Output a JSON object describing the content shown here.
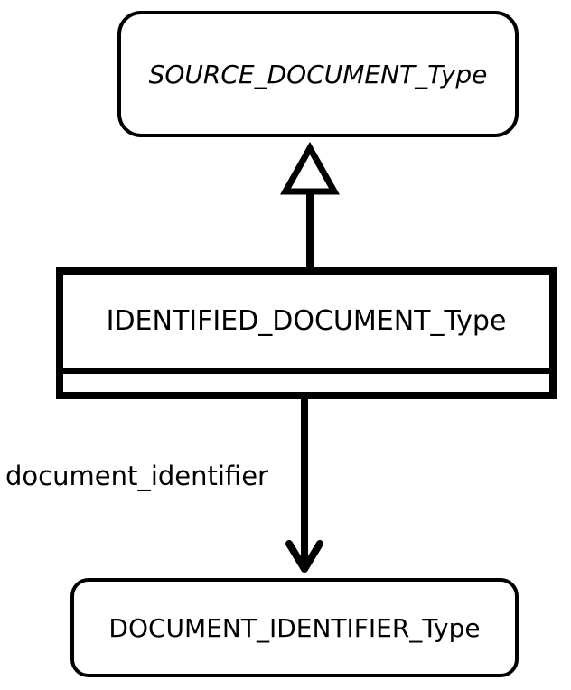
{
  "diagram": {
    "supertype": {
      "name": "SOURCE_DOCUMENT_Type"
    },
    "entity": {
      "name": "IDENTIFIED_DOCUMENT_Type"
    },
    "attribute_target": {
      "name": "DOCUMENT_IDENTIFIER_Type"
    },
    "relationship": {
      "label": "document_identifier"
    }
  }
}
